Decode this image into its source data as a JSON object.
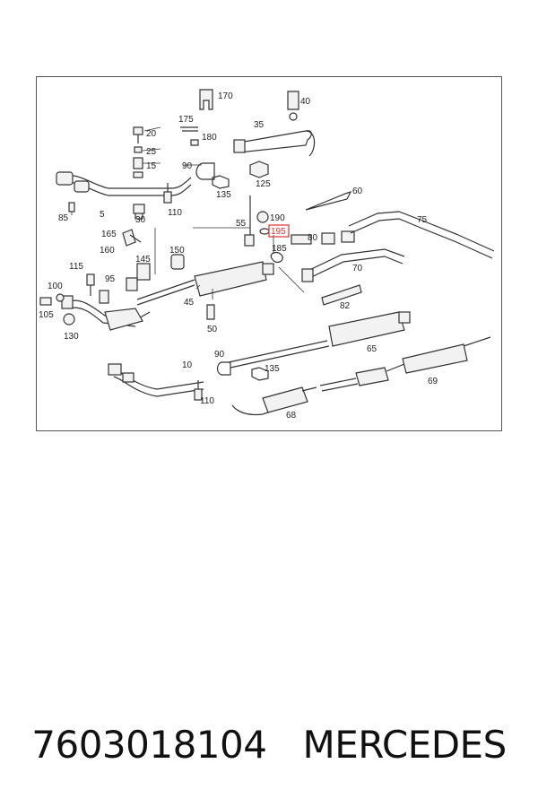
{
  "diagram": {
    "part_labels": [
      "170",
      "40",
      "175",
      "35",
      "20",
      "180",
      "25",
      "15",
      "90",
      "125",
      "60",
      "85",
      "5",
      "30",
      "110",
      "135",
      "190",
      "195",
      "55",
      "75",
      "165",
      "160",
      "150",
      "185",
      "80",
      "145",
      "115",
      "95",
      "100",
      "105",
      "45",
      "70",
      "82",
      "50",
      "130",
      "65",
      "10",
      "90",
      "135",
      "110",
      "69",
      "68"
    ],
    "highlighted_part": "195",
    "highlight_color": "#e03030"
  },
  "caption": {
    "part_number": "7603018104",
    "brand": "MERCEDES"
  }
}
